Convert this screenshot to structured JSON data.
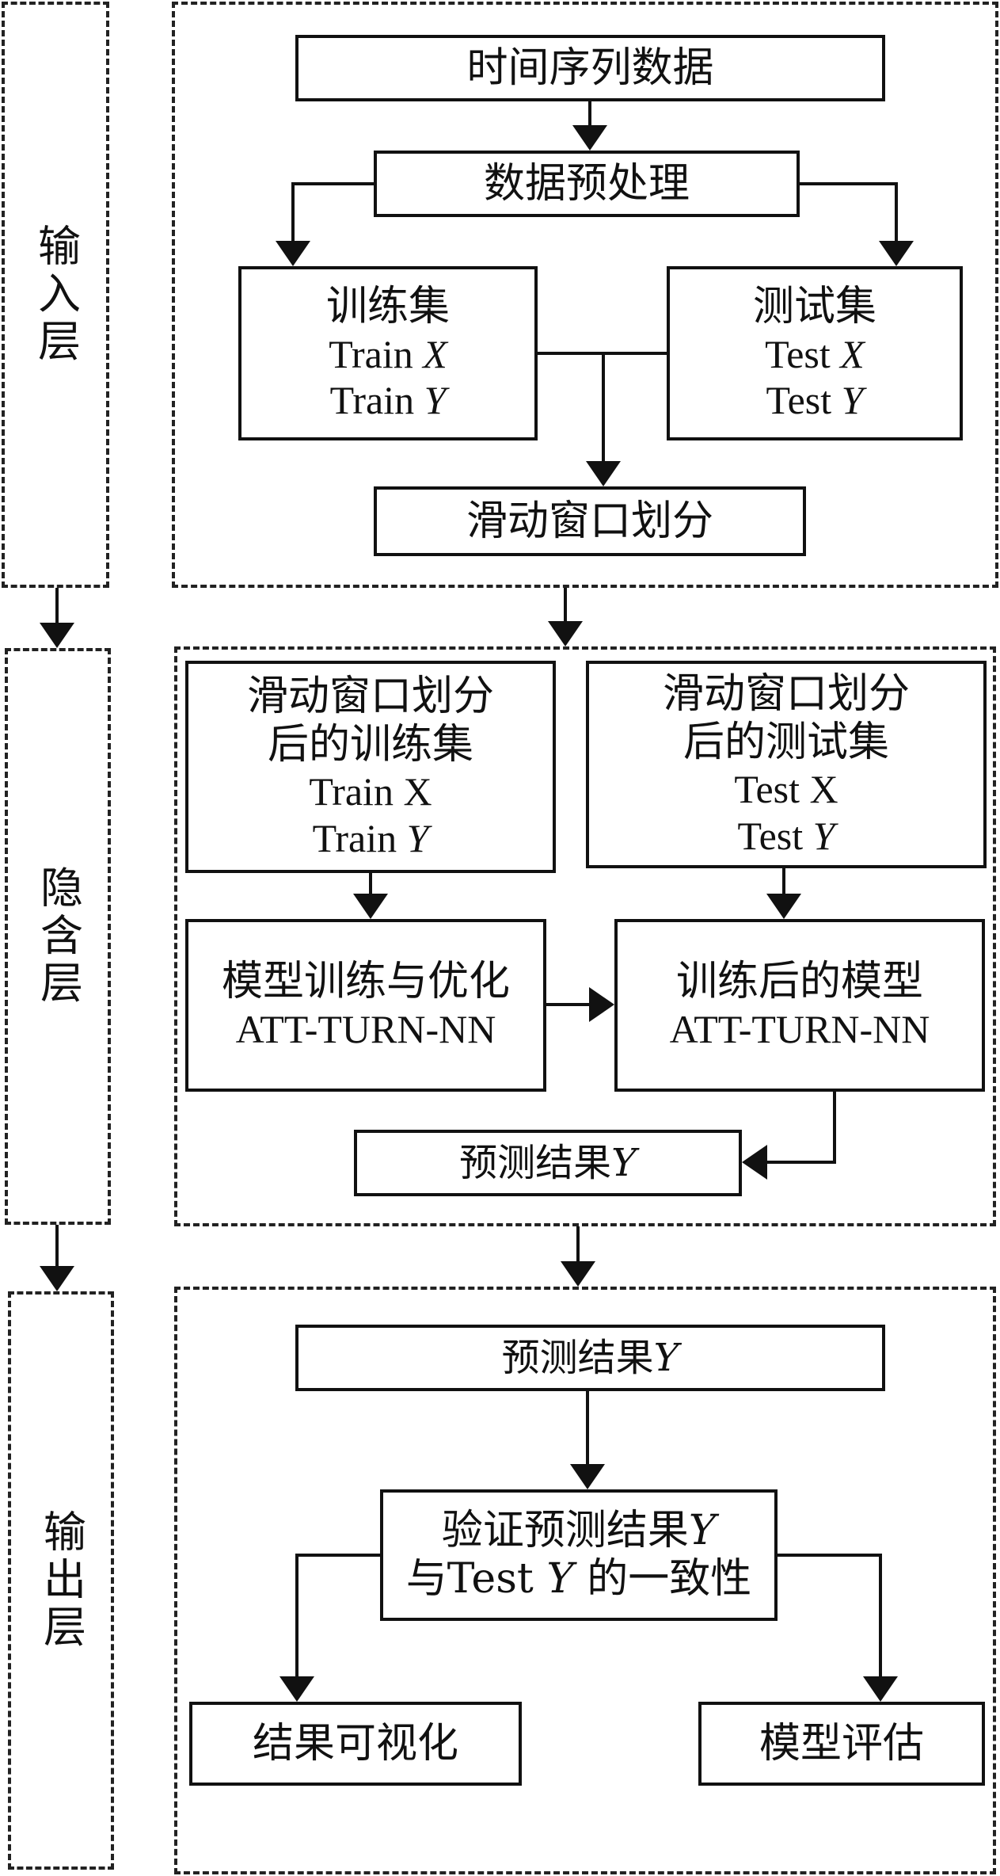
{
  "layers": {
    "input": "输入层",
    "hidden": "隐含层",
    "output": "输出层"
  },
  "input_panel": {
    "time_series": "时间序列数据",
    "preprocess": "数据预处理",
    "train_set": {
      "title": "训练集",
      "line1": "Train",
      "var1": "X",
      "line2": "Train",
      "var2": "Y"
    },
    "test_set": {
      "title": "测试集",
      "line1": "Test",
      "var1": "X",
      "line2": "Test",
      "var2": "Y"
    },
    "sliding_window": "滑动窗口划分"
  },
  "hidden_panel": {
    "train_split": {
      "title1": "滑动窗口划分",
      "title2": "后的训练集",
      "line1": "Train X",
      "line2": "Train",
      "var2": "Y"
    },
    "test_split": {
      "title1": "滑动窗口划分",
      "title2": "后的测试集",
      "line1": "Test X",
      "line2": "Test",
      "var2": "Y"
    },
    "train_opt": {
      "title": "模型训练与优化",
      "model": "ATT-TURN-NN"
    },
    "trained_model": {
      "title": "训练后的模型",
      "model": "ATT-TURN-NN"
    },
    "prediction": {
      "label": "预测结果",
      "var": "Y"
    }
  },
  "output_panel": {
    "prediction": {
      "label": "预测结果",
      "var": "Y"
    },
    "verify": {
      "line1": "验证预测结果",
      "var1": "Y",
      "line2_pre": "与Test",
      "var2": "Y",
      "line2_post": "的一致性"
    },
    "visualize": "结果可视化",
    "evaluate": "模型评估"
  }
}
